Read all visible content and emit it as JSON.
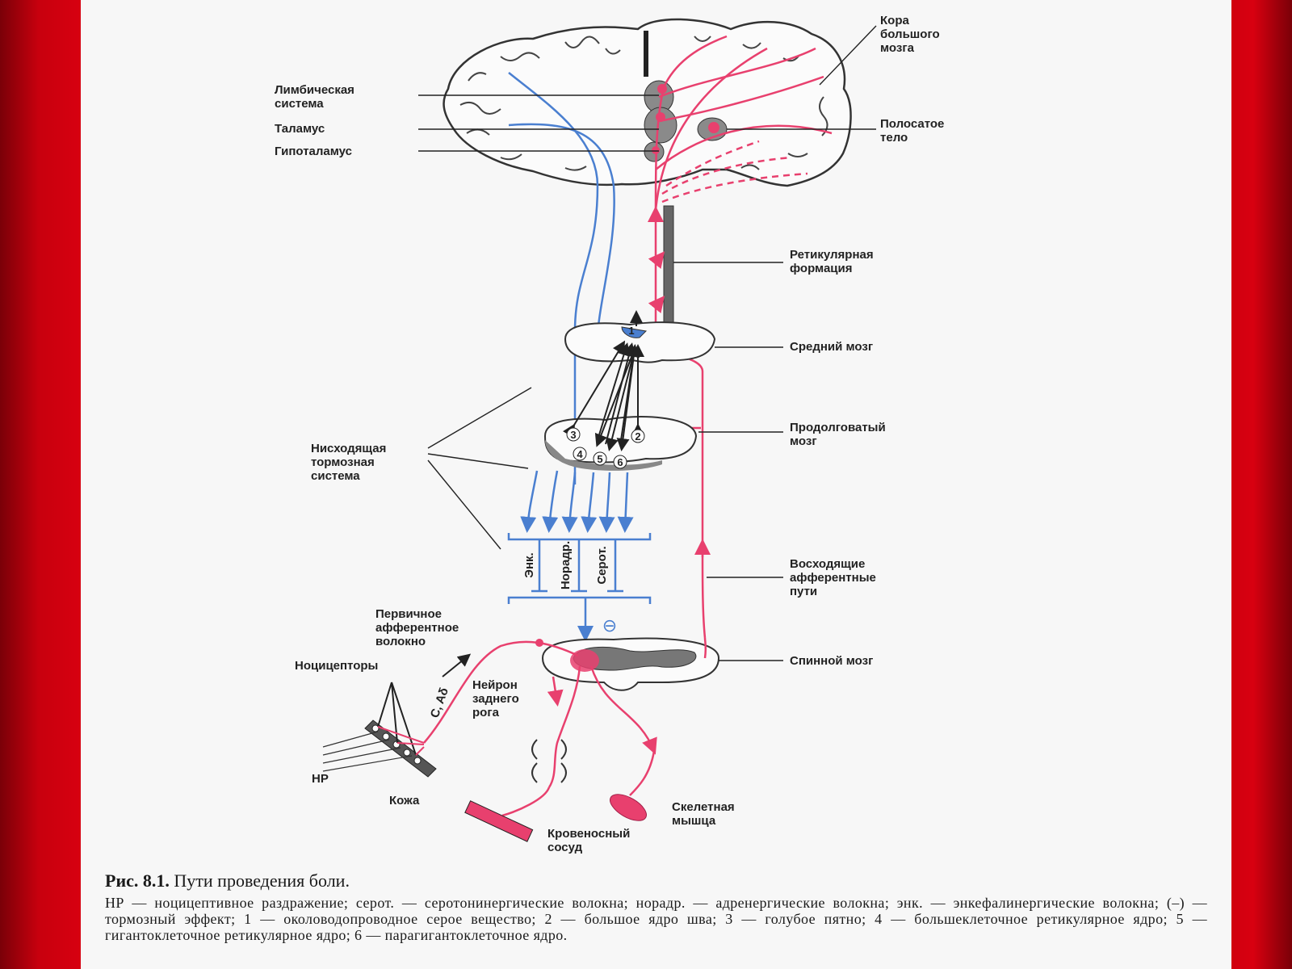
{
  "labels": {
    "cortex": [
      "Кора",
      "большого",
      "мозга"
    ],
    "limbic": [
      "Лимбическая",
      "система"
    ],
    "thalamus": "Таламус",
    "hypothalamus": "Гипоталамус",
    "striatum": [
      "Полосатое",
      "тело"
    ],
    "reticular": [
      "Ретикулярная",
      "формация"
    ],
    "midbrain": "Средний мозг",
    "medulla": [
      "Продолговатый",
      "мозг"
    ],
    "descending": [
      "Нисходящая",
      "тормозная",
      "система"
    ],
    "ascending": [
      "Восходящие",
      "афферентные",
      "пути"
    ],
    "primary_afferent": [
      "Первичное",
      "афферентное",
      "волокно"
    ],
    "nociceptors": "Ноцицепторы",
    "dorsal_horn": [
      "Нейрон",
      "заднего",
      "рога"
    ],
    "spinal_cord": "Спинной мозг",
    "fiber_types": "C, Aδ",
    "hp": "НР",
    "skin": "Кожа",
    "skeletal_muscle": [
      "Скелетная",
      "мышца"
    ],
    "blood_vessel": [
      "Кровеносный",
      "сосуд"
    ],
    "enk": "Энк.",
    "noradr": "Норадр.",
    "serot": "Серот.",
    "inhibit_symbol": "⊖",
    "nuclei": [
      "1",
      "2",
      "3",
      "4",
      "5",
      "6"
    ]
  },
  "caption": {
    "figure_number": "Рис. 8.1.",
    "title": "Пути проведения боли.",
    "description": "НР — ноцицептивное раздражение; серот. — серотонинергические волокна; норадр. — адренергические волокна; энк. — энкефалинергические волокна; (–) — тормозный эффект; 1 — околоводопроводное серое вещество; 2 — большое ядро шва; 3 — голубое пятно; 4 — большеклеточное ретикулярное ядро; 5 — гигантоклеточное ретикулярное ядро; 6 — парагигантоклеточное ядро."
  },
  "colors": {
    "pink": "#e8406e",
    "blue": "#4a7fd0",
    "page": "#f7f7f7",
    "frame": "#d80010"
  }
}
